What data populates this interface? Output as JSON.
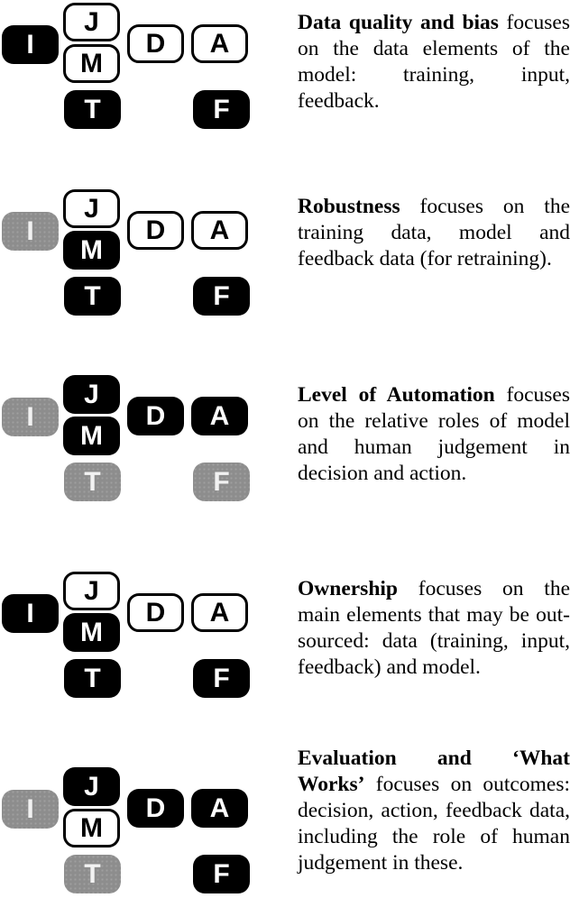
{
  "colors": {
    "background": "#ffffff",
    "tile_black": "#000000",
    "tile_white": "#ffffff",
    "tile_gray": "#8d8d8d",
    "tile_border": "#000000",
    "text": "#000000"
  },
  "rows": [
    {
      "title": "Data quality and bias",
      "body": "focuses on the data elements of the model: training, input, feedback.",
      "tiles": [
        {
          "letter": "I",
          "state": "black"
        },
        {
          "letter": "J",
          "state": "white"
        },
        {
          "letter": "M",
          "state": "white"
        },
        {
          "letter": "T",
          "state": "black"
        },
        {
          "letter": "D",
          "state": "white"
        },
        {
          "letter": "A",
          "state": "white"
        },
        {
          "letter": "F",
          "state": "black"
        }
      ]
    },
    {
      "title": "Robustness",
      "body": "focuses on the training data, model and feedback data (for retraining).",
      "tiles": [
        {
          "letter": "I",
          "state": "gray"
        },
        {
          "letter": "J",
          "state": "white"
        },
        {
          "letter": "M",
          "state": "black"
        },
        {
          "letter": "T",
          "state": "black"
        },
        {
          "letter": "D",
          "state": "white"
        },
        {
          "letter": "A",
          "state": "white"
        },
        {
          "letter": "F",
          "state": "black"
        }
      ]
    },
    {
      "title": "Level of Automation",
      "body": "focuses on the relative roles of model and human judgement in decision and action.",
      "tiles": [
        {
          "letter": "I",
          "state": "gray"
        },
        {
          "letter": "J",
          "state": "black"
        },
        {
          "letter": "M",
          "state": "black"
        },
        {
          "letter": "T",
          "state": "gray"
        },
        {
          "letter": "D",
          "state": "black"
        },
        {
          "letter": "A",
          "state": "black"
        },
        {
          "letter": "F",
          "state": "gray"
        }
      ]
    },
    {
      "title": "Ownership",
      "body": "focuses on the main elements that may be out-sourced: data (training, input, feedback) and model.",
      "tiles": [
        {
          "letter": "I",
          "state": "black"
        },
        {
          "letter": "J",
          "state": "white"
        },
        {
          "letter": "M",
          "state": "black"
        },
        {
          "letter": "T",
          "state": "black"
        },
        {
          "letter": "D",
          "state": "white"
        },
        {
          "letter": "A",
          "state": "white"
        },
        {
          "letter": "F",
          "state": "black"
        }
      ]
    },
    {
      "title": "Evaluation and ‘What Works’",
      "body": "focuses on outcomes: decision, action, feedback data, including the role of human judgement in these.",
      "tiles": [
        {
          "letter": "I",
          "state": "gray"
        },
        {
          "letter": "J",
          "state": "black"
        },
        {
          "letter": "M",
          "state": "white"
        },
        {
          "letter": "T",
          "state": "gray"
        },
        {
          "letter": "D",
          "state": "black"
        },
        {
          "letter": "A",
          "state": "black"
        },
        {
          "letter": "F",
          "state": "black"
        }
      ]
    }
  ]
}
